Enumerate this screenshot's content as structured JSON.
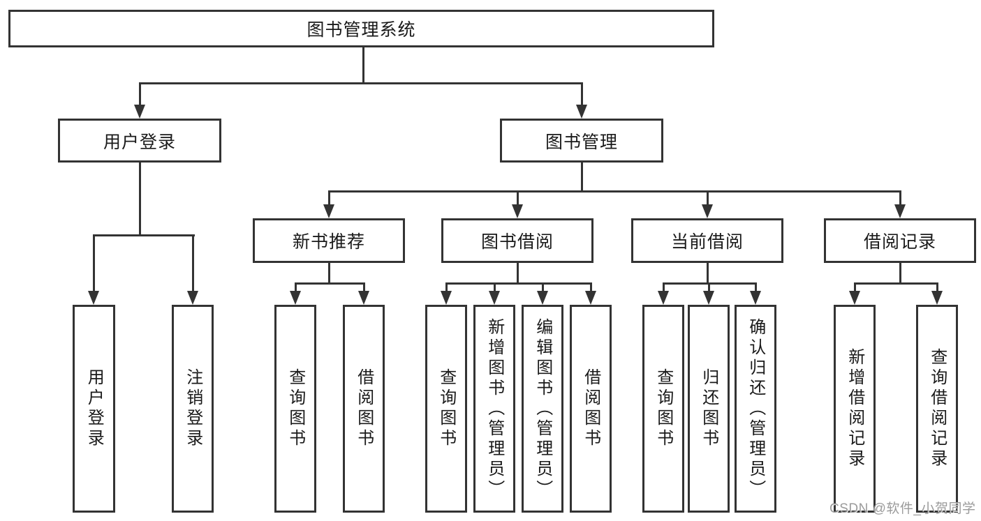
{
  "colors": {
    "background": "#ffffff",
    "line": "#333333",
    "box_border": "#333333",
    "box_fill": "#ffffff",
    "text": "#1a1a1a",
    "watermark": "#969696"
  },
  "watermark": {
    "text": "CSDN @软件_小贺同学"
  },
  "diagram": {
    "root": {
      "label": "图书管理系统"
    },
    "level2": [
      {
        "label": "用户登录",
        "parent": "图书管理系统"
      },
      {
        "label": "图书管理",
        "parent": "图书管理系统"
      }
    ],
    "level3": [
      {
        "label": "新书推荐",
        "parent": "图书管理"
      },
      {
        "label": "图书借阅",
        "parent": "图书管理"
      },
      {
        "label": "当前借阅",
        "parent": "图书管理"
      },
      {
        "label": "借阅记录",
        "parent": "图书管理"
      }
    ],
    "leaves": [
      {
        "label": "用户登录",
        "parent": "用户登录"
      },
      {
        "label": "注销登录",
        "parent": "用户登录"
      },
      {
        "label": "查询图书",
        "parent": "新书推荐"
      },
      {
        "label": "借阅图书",
        "parent": "新书推荐"
      },
      {
        "label": "查询图书",
        "parent": "图书借阅"
      },
      {
        "label": "新增图书（管理员）",
        "parent": "图书借阅"
      },
      {
        "label": "编辑图书（管理员）",
        "parent": "图书借阅"
      },
      {
        "label": "借阅图书",
        "parent": "图书借阅"
      },
      {
        "label": "查询图书",
        "parent": "当前借阅"
      },
      {
        "label": "归还图书",
        "parent": "当前借阅"
      },
      {
        "label": "确认归还（管理员）",
        "parent": "当前借阅"
      },
      {
        "label": "新增借阅记录",
        "parent": "借阅记录"
      },
      {
        "label": "查询借阅记录",
        "parent": "借阅记录"
      }
    ]
  }
}
